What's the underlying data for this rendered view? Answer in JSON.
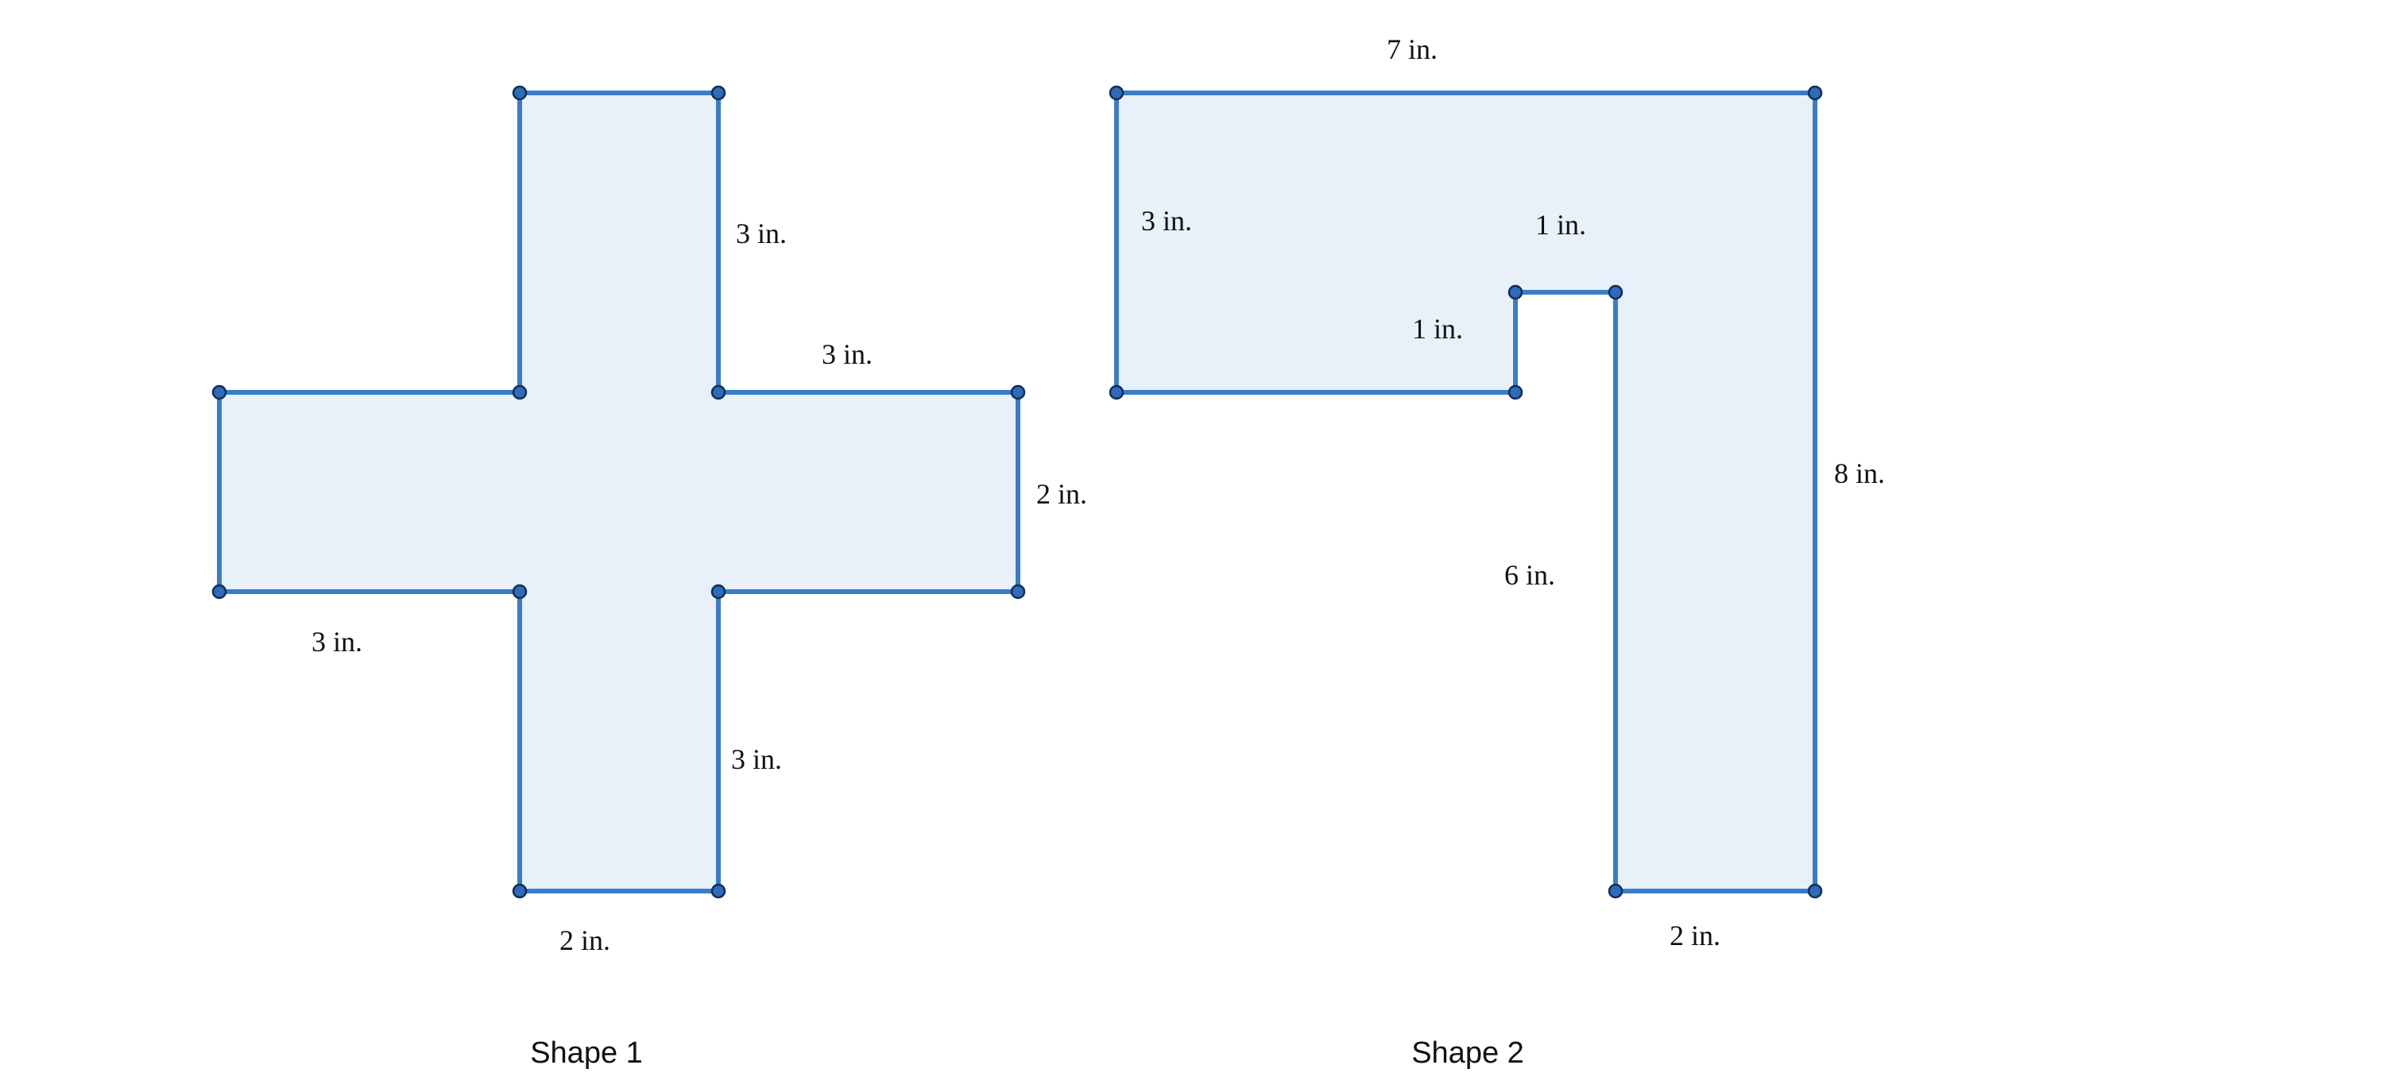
{
  "colors": {
    "fill": "#e8f0fa",
    "stroke": "#3a7cc7",
    "vertex": "#2f6bb8"
  },
  "shape1": {
    "caption": "Shape 1",
    "labels": {
      "top_arm_right": "3 in.",
      "right_arm_top": "3 in.",
      "right_arm_end": "2 in.",
      "left_arm_bottom": "3 in.",
      "bottom_arm_right": "3 in.",
      "bottom_arm_end": "2 in."
    }
  },
  "shape2": {
    "caption": "Shape 2",
    "labels": {
      "top": "7 in.",
      "left": "3 in.",
      "notch_top": "1 in.",
      "notch_side": "1 in.",
      "right": "8 in.",
      "inner_vertical": "6 in.",
      "bottom": "2 in."
    }
  }
}
